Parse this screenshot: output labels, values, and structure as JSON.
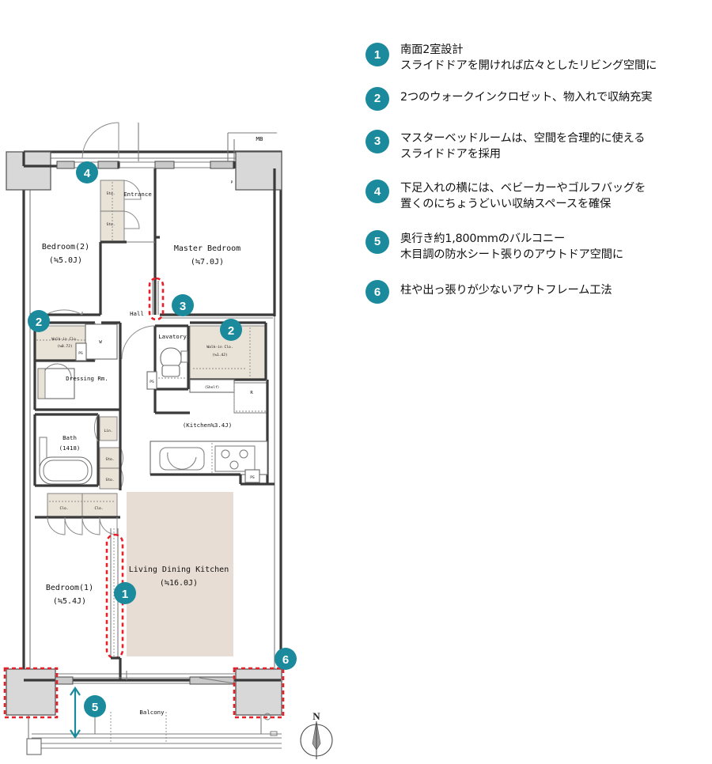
{
  "legend": {
    "items": [
      {
        "num": "1",
        "lines": [
          "南面2室設計",
          "スライドドアを開ければ広々としたリビング空間に"
        ]
      },
      {
        "num": "2",
        "lines": [
          "2つのウォークインクロゼット、物入れで収納充実"
        ]
      },
      {
        "num": "3",
        "lines": [
          "マスターベッドルームは、空間を合理的に使える",
          "スライドドアを採用"
        ]
      },
      {
        "num": "4",
        "lines": [
          "下足入れの横には、ベビーカーやゴルフバッグを",
          "置くのにちょうどいい収納スペースを確保"
        ]
      },
      {
        "num": "5",
        "lines": [
          "奥行き約1,800mmのバルコニー",
          "木目調の防水シート張りのアウトドア空間に"
        ]
      },
      {
        "num": "6",
        "lines": [
          "柱や出っ張りが少ないアウトフレーム工法"
        ]
      }
    ]
  },
  "floorplan": {
    "rooms": {
      "bedroom2_name": "Bedroom(2)",
      "bedroom2_size": "(≒5.0J)",
      "master_name": "Master Bedroom",
      "master_size": "(≒7.0J)",
      "bedroom1_name": "Bedroom(1)",
      "bedroom1_size": "(≒5.4J)",
      "ldk_name": "Living Dining Kitchen",
      "ldk_size": "(≒16.0J)",
      "kitchen": "(Kitchen≒3.4J)",
      "entrance": "Entrance",
      "hall": "Hall",
      "lavatory": "Lavatory",
      "dressing": "Dressing Rm.",
      "bath_name": "Bath",
      "bath_size": "(1418)",
      "balcony": "Balcony",
      "wic_left_name": "Walk-in Clo.",
      "wic_left_size": "(≒0.7J)",
      "wic_right_name": "Walk-in Clo.",
      "wic_right_size": "(≒1.4J)"
    },
    "small_labels": {
      "mb": "MB",
      "sto": "Sto.",
      "clo": "Clo.",
      "lin": "Lin.",
      "ps": "PS",
      "w": "W",
      "r": "R",
      "shelf": "〈Shelf〉",
      "p": "P"
    },
    "badges": [
      "1",
      "2",
      "3",
      "4",
      "5",
      "6"
    ],
    "compass": "N",
    "colors": {
      "accent": "#1a8a9c",
      "ldk_fill": "#e8ddd4",
      "storage_fill": "#e9e2d6",
      "column_fill": "#d8d8d8",
      "highlight": "#e8202a",
      "wall": "#3a3a3a"
    }
  }
}
